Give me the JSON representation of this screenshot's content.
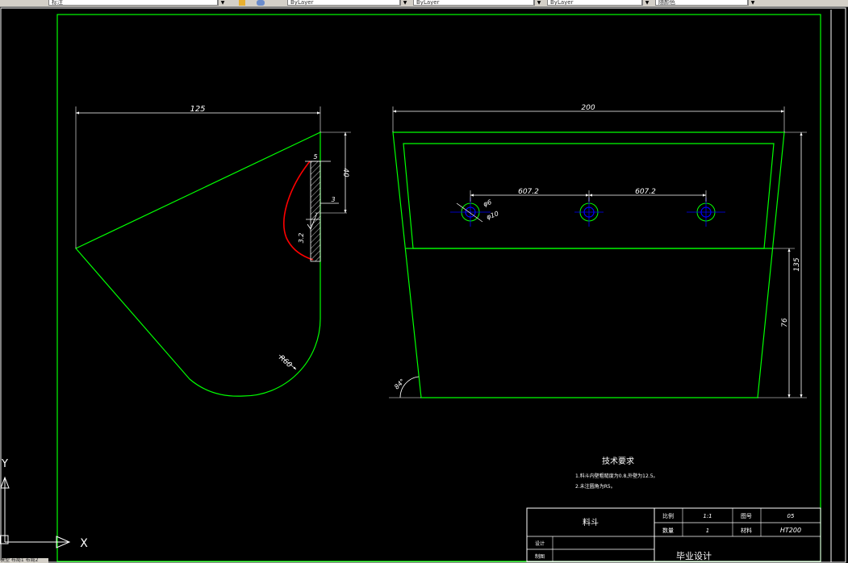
{
  "toolbar": {
    "layer_value": "标注",
    "linetype_1": "ByLayer",
    "linetype_2": "ByLayer",
    "lineweight": "ByLayer",
    "color": "随颜色"
  },
  "drawing": {
    "left_view": {
      "width_dim": "125",
      "dim_5": "5",
      "dim_40": "40",
      "dim_3": "3",
      "dim_3_2": "3.2",
      "radius": "R60"
    },
    "front_view": {
      "width_dim": "200",
      "spacing_1": "607.2",
      "spacing_2": "607.2",
      "hole_dia_small": "φ6",
      "hole_dia_large": "φ10",
      "height_total": "135",
      "height_lower": "76",
      "angle": "84°"
    },
    "notes": {
      "title": "技术要求",
      "line1": "1.料斗内壁粗糙度为0.8,外壁为12.5。",
      "line2": "2.未注圆角为R5。"
    },
    "title_block": {
      "part_name": "料斗",
      "scale_label": "比例",
      "scale_value": "1:1",
      "drawing_no_label": "图号",
      "drawing_no_value": "05",
      "quantity_label": "数量",
      "quantity_value": "1",
      "material_label": "材料",
      "material_value": "HT200",
      "designer_label": "设计",
      "drafter_label": "制图",
      "project": "毕业设计"
    },
    "ucs": {
      "x_label": "X",
      "y_label": "Y"
    }
  },
  "statusbar": {
    "text": "模型 布局1 布局2"
  },
  "colors": {
    "outline": "#00ff00",
    "dimension": "#ffffff",
    "curve": "#ff0000",
    "hole": "#0000ff",
    "background": "#000000"
  }
}
